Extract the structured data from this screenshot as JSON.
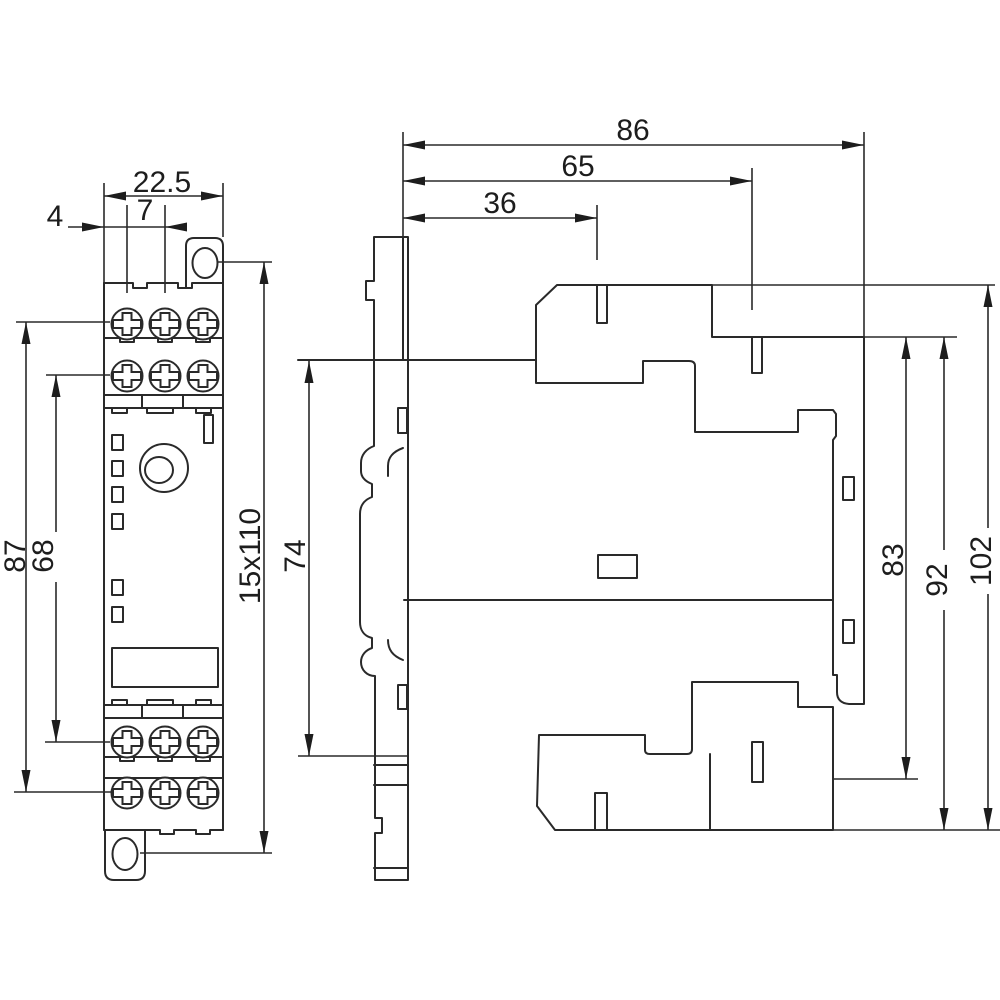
{
  "dimensions": {
    "front": {
      "width": "22.5",
      "edge_to_first_terminal": "4",
      "terminal_pitch": "7",
      "outer_terminal_rows_span": "87",
      "inner_terminal_rows_span": "68",
      "fixing_slot": "15x110"
    },
    "side": {
      "total_depth": "86",
      "depth_to_rear_step": "65",
      "depth_to_terminal_screw": "36",
      "din_rail_section_height": "74",
      "rear_body_height": "83",
      "rear_height_to_base": "92",
      "total_height": "102"
    }
  }
}
